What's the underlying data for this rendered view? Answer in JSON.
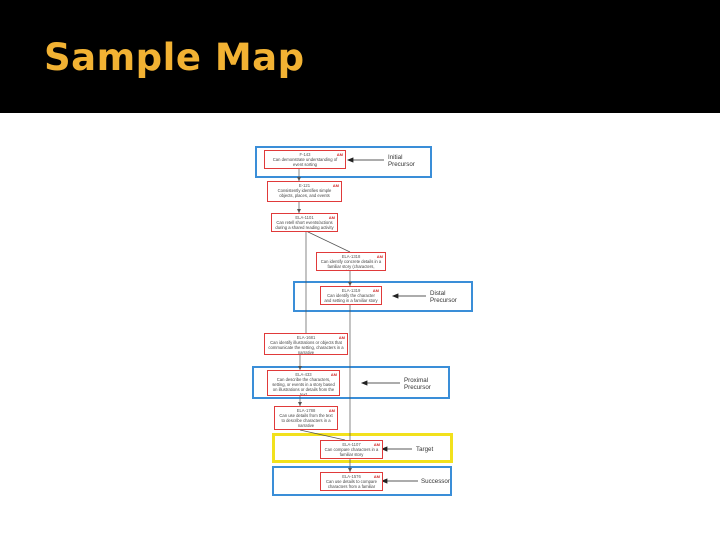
{
  "slide": {
    "title": "Sample Map"
  },
  "bands": [
    {
      "id": "initial",
      "label_line1": "Initial",
      "label_line2": "Precursor",
      "color": "#3a8ed8"
    },
    {
      "id": "distal",
      "label_line1": "Distal",
      "label_line2": "Precursor",
      "color": "#3a8ed8"
    },
    {
      "id": "proximal",
      "label_line1": "Proximal",
      "label_line2": "Precursor",
      "color": "#3a8ed8"
    },
    {
      "id": "target",
      "label_line1": "Target",
      "label_line2": "",
      "color": "#f2e11c"
    },
    {
      "id": "successor",
      "label_line1": "Successor",
      "label_line2": "",
      "color": "#3a8ed8"
    }
  ],
  "nodes": [
    {
      "code": "F-143",
      "tag": "AM",
      "text": "Can demonstrate understanding of event sorting"
    },
    {
      "code": "E-121",
      "tag": "AM",
      "text": "Consistently identifies simple objects, places, and events"
    },
    {
      "code": "ELA-1101",
      "tag": "AM",
      "text": "Can retell short events/actions during a shared reading activity"
    },
    {
      "code": "ELA-1318",
      "tag": "AM",
      "text": "Can identify concrete details in a familiar story (characters, objects)"
    },
    {
      "code": "ELA-1319",
      "tag": "AM",
      "text": "Can identify the character and setting in a familiar story"
    },
    {
      "code": "ELA-1681",
      "tag": "AM",
      "text": "Can identify illustrations or objects that communicate the setting, characters in a narrative"
    },
    {
      "code": "ELA-433",
      "tag": "AM",
      "text": "Can describe the characters, setting, or events in a story based on illustrations or details from the text"
    },
    {
      "code": "ELA-1788",
      "tag": "AM",
      "text": "Can use details from the text to describe characters in a narrative"
    },
    {
      "code": "ELA-1107",
      "tag": "AM",
      "text": "Can compare characters in a familiar story"
    },
    {
      "code": "ELA-1576",
      "tag": "AM",
      "text": "Can use details to compare characters from a familiar story"
    }
  ],
  "colors": {
    "title_bar": "#000000",
    "title_text": "#f2b233",
    "node_border": "#e03a3a",
    "band_border": "#3a8ed8",
    "target_border": "#f2e11c"
  }
}
